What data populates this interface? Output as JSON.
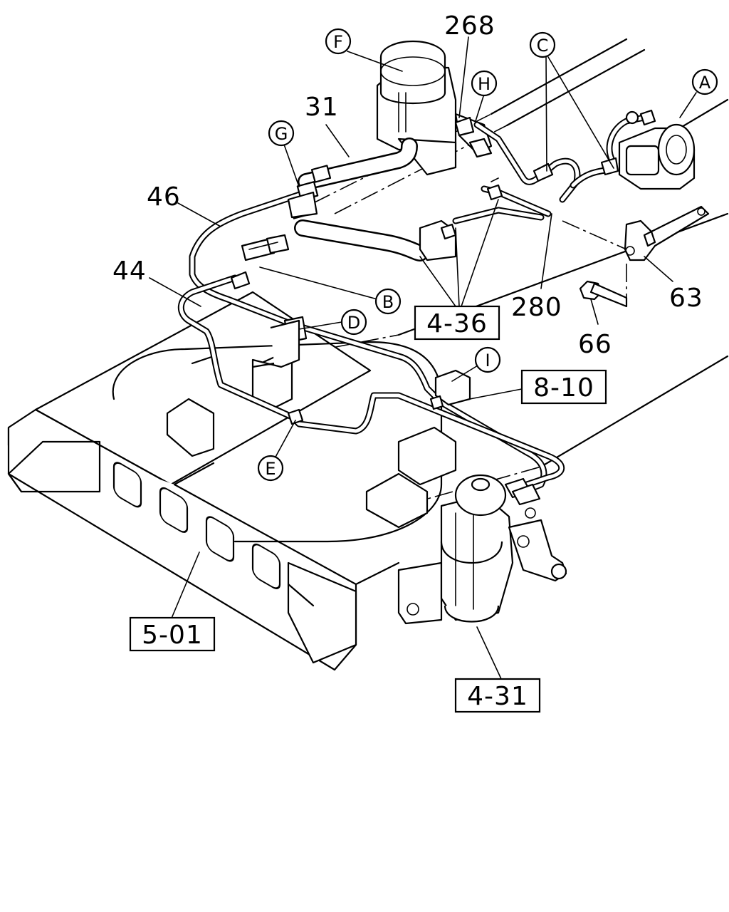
{
  "diagram": {
    "part_numbers": {
      "p268": "268",
      "p31": "31",
      "p46": "46",
      "p44": "44",
      "p280": "280",
      "p63": "63",
      "p66": "66"
    },
    "letter_callouts": {
      "A": "A",
      "B": "B",
      "C": "C",
      "D": "D",
      "E": "E",
      "F": "F",
      "G": "G",
      "H": "H",
      "I": "I"
    },
    "reference_boxes": {
      "r436": "4-36",
      "r810": "8-10",
      "r501": "5-01",
      "r431": "4-31"
    }
  }
}
